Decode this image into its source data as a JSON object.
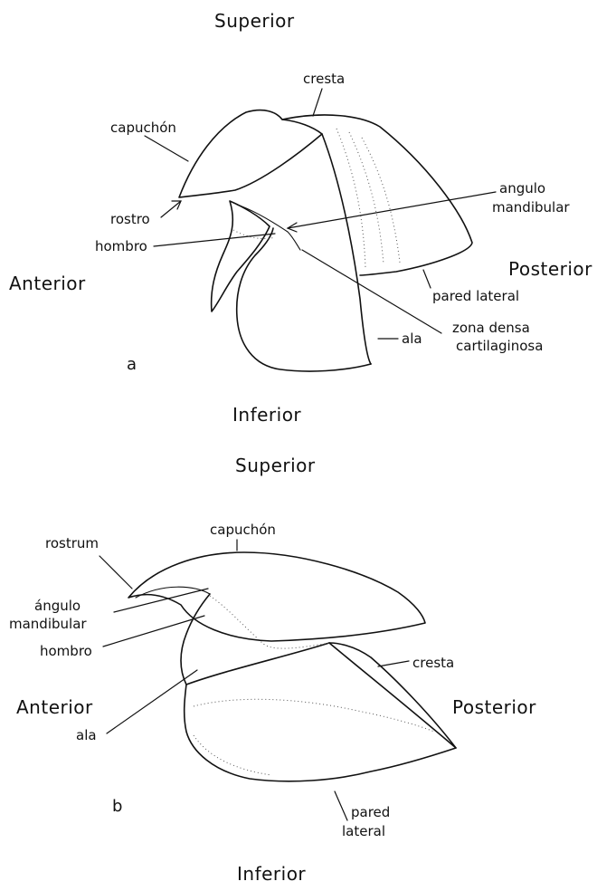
{
  "figure_a": {
    "panel_label": "a",
    "directions": {
      "superior": "Superior",
      "inferior": "Inferior",
      "anterior": "Anterior",
      "posterior": "Posterior"
    },
    "parts": {
      "cresta": "cresta",
      "capuchon": "capuchón",
      "rostro": "rostro",
      "hombro": "hombro",
      "angulo_line1": "angulo",
      "angulo_line2": "mandibular",
      "pared_lateral": "pared lateral",
      "ala": "ala",
      "zona_line1": "zona densa",
      "zona_line2": "cartilaginosa"
    }
  },
  "figure_b": {
    "panel_label": "b",
    "directions": {
      "superior": "Superior",
      "inferior": "Inferior",
      "anterior": "Anterior",
      "posterior": "Posterior"
    },
    "parts": {
      "capuchon": "capuchón",
      "rostrum": "rostrum",
      "angulo_line1": "ángulo",
      "angulo_line2": "mandibular",
      "hombro": "hombro",
      "ala": "ala",
      "cresta": "cresta",
      "pared_line1": "pared",
      "pared_line2": "lateral"
    }
  }
}
